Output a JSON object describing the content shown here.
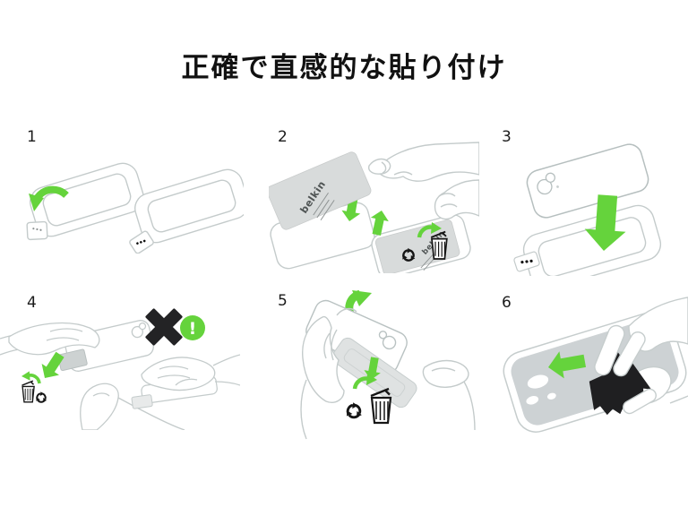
{
  "title": "正確で直感的な貼り付け",
  "brand_label": "belkin",
  "warning_mark": "!",
  "steps": [
    {
      "number": "1"
    },
    {
      "number": "2"
    },
    {
      "number": "3"
    },
    {
      "number": "4"
    },
    {
      "number": "5"
    },
    {
      "number": "6"
    }
  ],
  "icons": {
    "recycle": "recycle-icon",
    "trash": "trash-can-icon",
    "warning": "exclamation-circle-icon",
    "prohibited": "x-icon",
    "arrows": "green-direction-arrows"
  },
  "colors": {
    "accent_green": "#65d33c",
    "ink_black": "#1d1d1f",
    "line_gray": "#c4cbcb",
    "liner_gray": "#d8dbdb",
    "screen_gray": "#cdd2d4"
  }
}
